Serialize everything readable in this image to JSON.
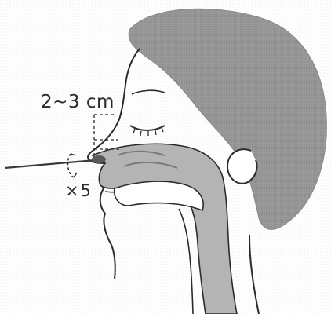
{
  "diagram": {
    "distance_label": "2~3 cm",
    "repeat_label": "×5"
  },
  "colors": {
    "hair": "#9a9a9a",
    "outline": "#2b2b2b",
    "nasal_passage": "#b4b4b4",
    "background": "#ffffff"
  },
  "icons": [
    "head-profile-illustration",
    "swab-icon",
    "rotation-icon",
    "ear-icon",
    "eye-icon"
  ]
}
